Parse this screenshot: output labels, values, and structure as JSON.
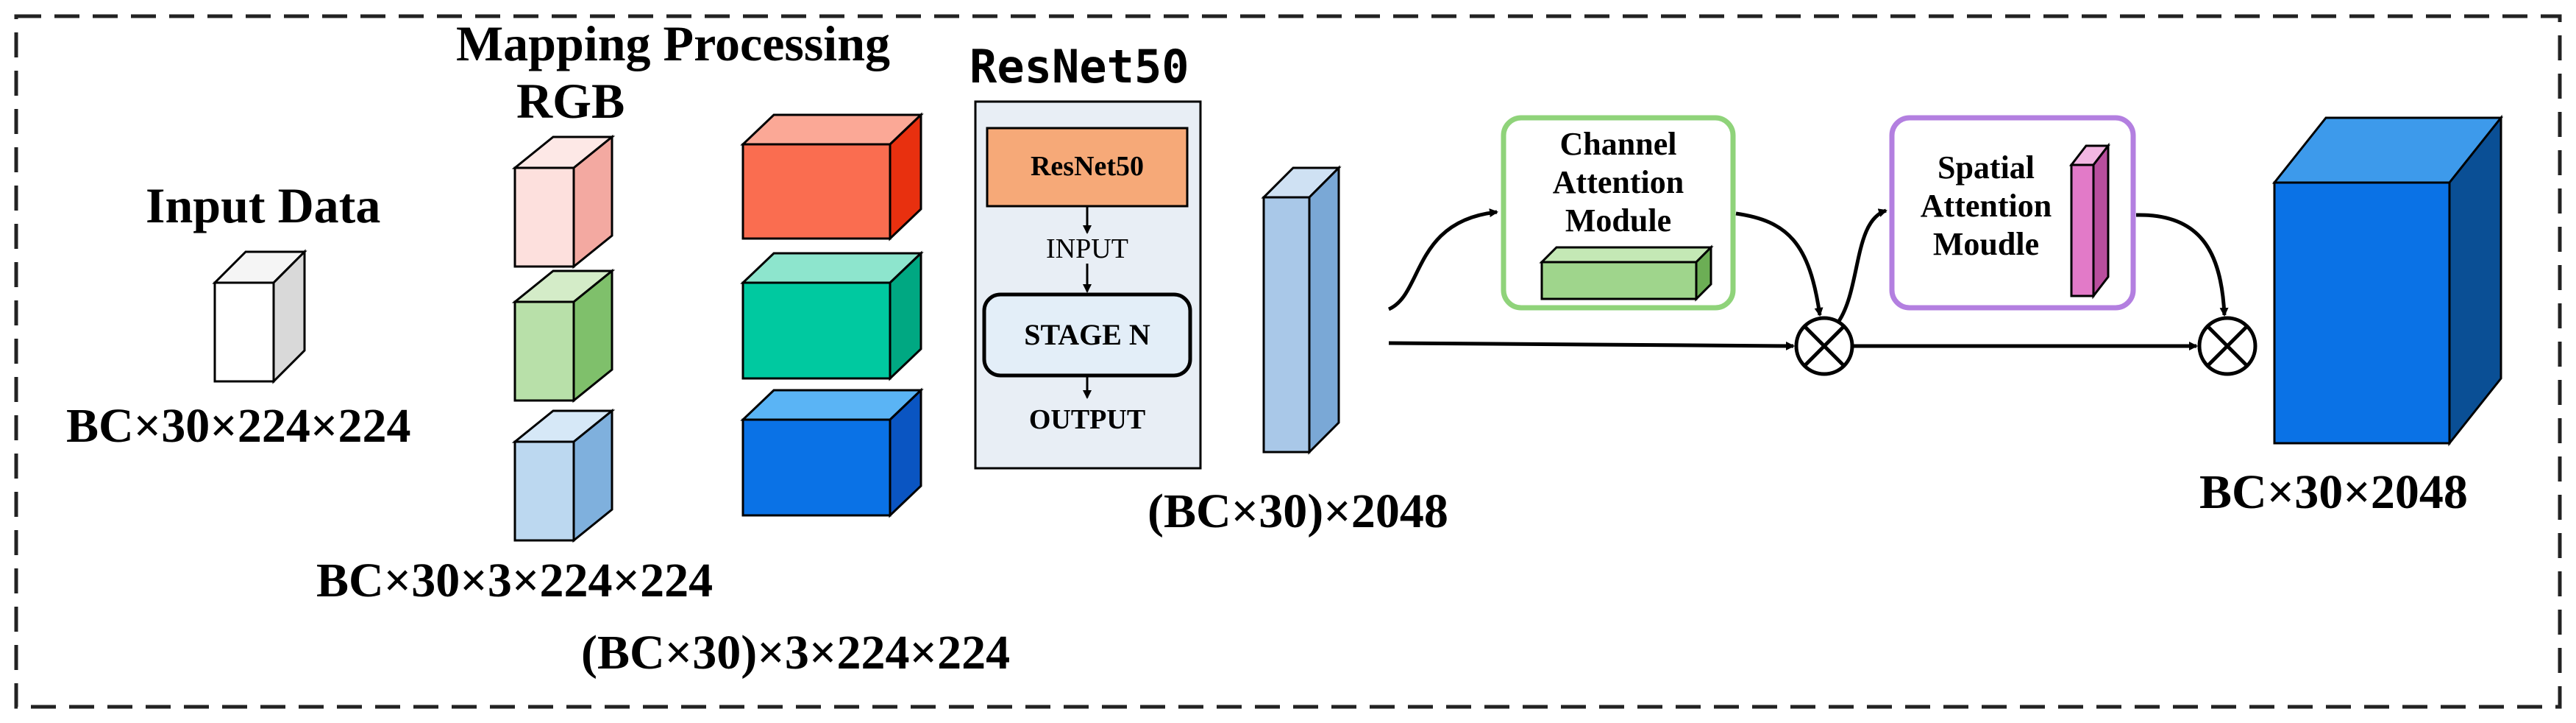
{
  "titles": {
    "mapping_processing": "Mapping Processing",
    "rgb": "RGB",
    "resnet50": "ResNet50",
    "input_data": "Input Data"
  },
  "shapes": {
    "input_data": "BC×30×224×224",
    "rgb_split": "BC×30×3×224×224",
    "mapped": "(BC×30)×3×224×224",
    "resnet_features": "(BC×30)×2048",
    "output": "BC×30×2048"
  },
  "resnet_block": {
    "header": "ResNet50",
    "input_label": "INPUT",
    "stage_label": "STAGE N",
    "output_label": "OUTPUT"
  },
  "channel_attention": {
    "line1": "Channel",
    "line2": "Attention",
    "line3": "Module"
  },
  "spatial_attention": {
    "line1": "Spatial",
    "line2": "Attention",
    "line3": "Moudle"
  },
  "colors": {
    "input_cube": "#ffffff",
    "rgb_red": "#fde0dd",
    "rgb_green": "#b8e0a9",
    "rgb_blue": "#bcd8f0",
    "mapped_red": "#fa6d50",
    "mapped_green": "#00c9a0",
    "mapped_blue": "#0a72e6",
    "resnet_panel": "#e8eef5",
    "resnet_header": "#f6a978",
    "stage_box": "#e3eef8",
    "feature_bar": "#a9c8e8",
    "channel_border": "#8fd37a",
    "channel_bar": "#9fd58c",
    "spatial_border": "#b37fe0",
    "spatial_bar": "#e27ac8",
    "output_cube": "#0a72e6"
  },
  "icons": [
    "multiply-circle-icon",
    "multiply-circle-icon"
  ]
}
